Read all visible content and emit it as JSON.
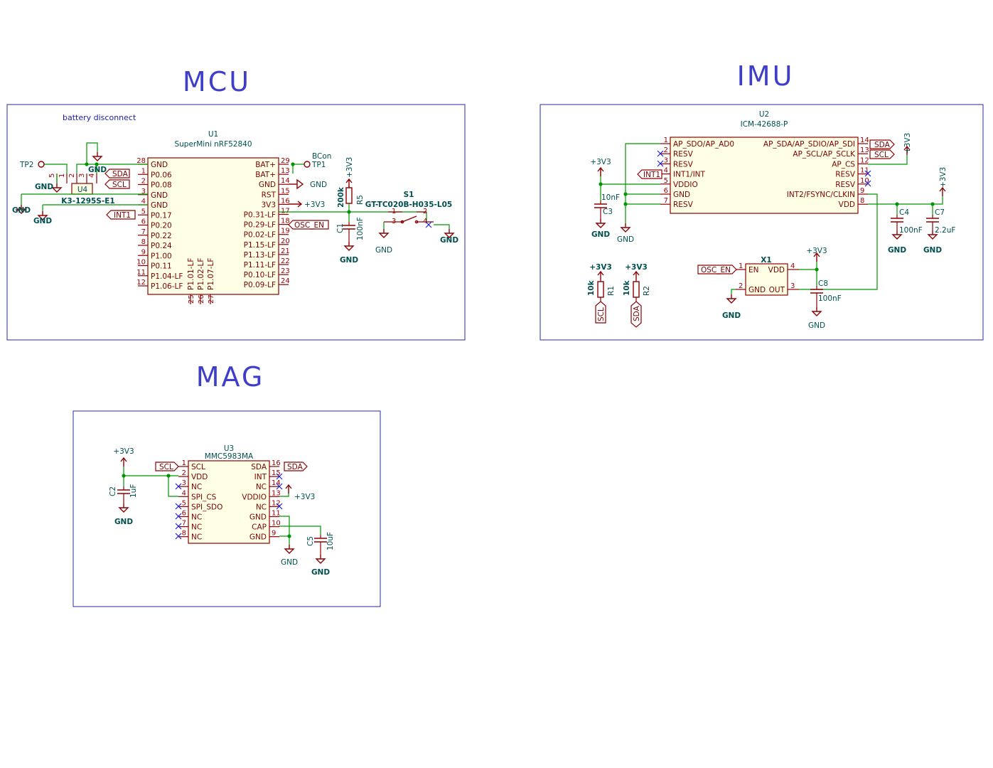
{
  "sections": {
    "mcu": "MCU",
    "imu": "IMU",
    "mag": "MAG"
  },
  "notes": {
    "battery": "battery disconnect"
  },
  "u1": {
    "ref": "U1",
    "value": "SuperMini nRF52840",
    "left_pins": [
      {
        "num": "28",
        "name": "GND"
      },
      {
        "num": "1",
        "name": "P0.06"
      },
      {
        "num": "2",
        "name": "P0.08"
      },
      {
        "num": "3",
        "name": "GND"
      },
      {
        "num": "4",
        "name": "GND"
      },
      {
        "num": "5",
        "name": "P0.17"
      },
      {
        "num": "6",
        "name": "P0.20"
      },
      {
        "num": "7",
        "name": "P0.22"
      },
      {
        "num": "8",
        "name": "P0.24"
      },
      {
        "num": "9",
        "name": "P1.00"
      },
      {
        "num": "10",
        "name": "P0.11"
      },
      {
        "num": "11",
        "name": "P1.04-LF"
      },
      {
        "num": "12",
        "name": "P1.06-LF"
      }
    ],
    "right_pins": [
      {
        "num": "29",
        "name": "BAT+"
      },
      {
        "num": "13",
        "name": "BAT+"
      },
      {
        "num": "14",
        "name": "GND"
      },
      {
        "num": "15",
        "name": "RST"
      },
      {
        "num": "16",
        "name": "3V3"
      },
      {
        "num": "17",
        "name": "P0.31-LF"
      },
      {
        "num": "18",
        "name": "P0.29-LF"
      },
      {
        "num": "19",
        "name": "P0.02-LF"
      },
      {
        "num": "20",
        "name": "P1.15-LF"
      },
      {
        "num": "21",
        "name": "P1.13-LF"
      },
      {
        "num": "22",
        "name": "P1.11-LF"
      },
      {
        "num": "23",
        "name": "P0.10-LF"
      },
      {
        "num": "24",
        "name": "P0.09-LF"
      }
    ],
    "bottom_pins": [
      {
        "num": "25",
        "name": "P1.01-LF"
      },
      {
        "num": "26",
        "name": "P1.02-LF"
      },
      {
        "num": "27",
        "name": "P1.07-LF"
      }
    ]
  },
  "u4": {
    "ref": "U4",
    "value": "K3-1295S-E1",
    "pins": [
      "5",
      "1",
      "2",
      "3",
      "4"
    ]
  },
  "mcu_parts": {
    "tp2": "TP2",
    "tp1": "TP1",
    "bcon": "BCon",
    "r5_ref": "R5",
    "r5_val": "200k",
    "c1_ref": "C1",
    "c1_val": "100nF",
    "s1_ref": "S1",
    "s1_val": "GT-TC020B-H035-L05",
    "s1_pins": [
      "1",
      "2",
      "3",
      "4"
    ],
    "plus3v3": "+3V3",
    "gnd": "GND",
    "labels": {
      "sda": "SDA",
      "scl": "SCL",
      "int1": "INT1",
      "osc_en": "OSC_EN"
    }
  },
  "u2": {
    "ref": "U2",
    "value": "ICM-42688-P",
    "left_pins": [
      {
        "num": "1",
        "name": "AP_SDO/AP_AD0"
      },
      {
        "num": "2",
        "name": "RESV"
      },
      {
        "num": "3",
        "name": "RESV"
      },
      {
        "num": "4",
        "name": "INT1/INT"
      },
      {
        "num": "5",
        "name": "VDDIO"
      },
      {
        "num": "6",
        "name": "GND"
      },
      {
        "num": "7",
        "name": "RESV"
      }
    ],
    "right_pins": [
      {
        "num": "14",
        "name": "AP_SDA/AP_SDIO/AP_SDI"
      },
      {
        "num": "13",
        "name": "AP_SCL/AP_SCLK"
      },
      {
        "num": "12",
        "name": "AP_CS"
      },
      {
        "num": "11",
        "name": "RESV"
      },
      {
        "num": "10",
        "name": "RESV"
      },
      {
        "num": "9",
        "name": "INT2/FSYNC/CLKIN"
      },
      {
        "num": "8",
        "name": "VDD"
      }
    ]
  },
  "imu_parts": {
    "c3_ref": "C3",
    "c3_val": "10nF",
    "c4_ref": "C4",
    "c4_val": "100nF",
    "c7_ref": "C7",
    "c7_val": "2.2uF",
    "c8_ref": "C8",
    "c8_val": "100nF",
    "r1_ref": "R1",
    "r1_val": "10k",
    "r2_ref": "R2",
    "r2_val": "10k",
    "x1_ref": "X1",
    "x1_pins": [
      {
        "num": "1",
        "name": "EN"
      },
      {
        "num": "2",
        "name": "GND"
      },
      {
        "num": "4",
        "name": "VDD"
      },
      {
        "num": "3",
        "name": "OUT"
      }
    ]
  },
  "u3": {
    "ref": "U3",
    "value": "MMC5983MA",
    "left_pins": [
      {
        "num": "1",
        "name": "SCL"
      },
      {
        "num": "2",
        "name": "VDD"
      },
      {
        "num": "3",
        "name": "NC"
      },
      {
        "num": "4",
        "name": "SPI_CS"
      },
      {
        "num": "5",
        "name": "SPI_SDO"
      },
      {
        "num": "6",
        "name": "NC"
      },
      {
        "num": "7",
        "name": "NC"
      },
      {
        "num": "8",
        "name": "NC"
      }
    ],
    "right_pins": [
      {
        "num": "16",
        "name": "SDA"
      },
      {
        "num": "15",
        "name": "INT"
      },
      {
        "num": "14",
        "name": "NC"
      },
      {
        "num": "13",
        "name": "VDDIO"
      },
      {
        "num": "12",
        "name": "NC"
      },
      {
        "num": "11",
        "name": "GND"
      },
      {
        "num": "10",
        "name": "CAP"
      },
      {
        "num": "9",
        "name": "GND"
      }
    ]
  },
  "mag_parts": {
    "c2_ref": "C2",
    "c2_val": "1uF",
    "c5_ref": "C5",
    "c5_val": "10uF"
  }
}
